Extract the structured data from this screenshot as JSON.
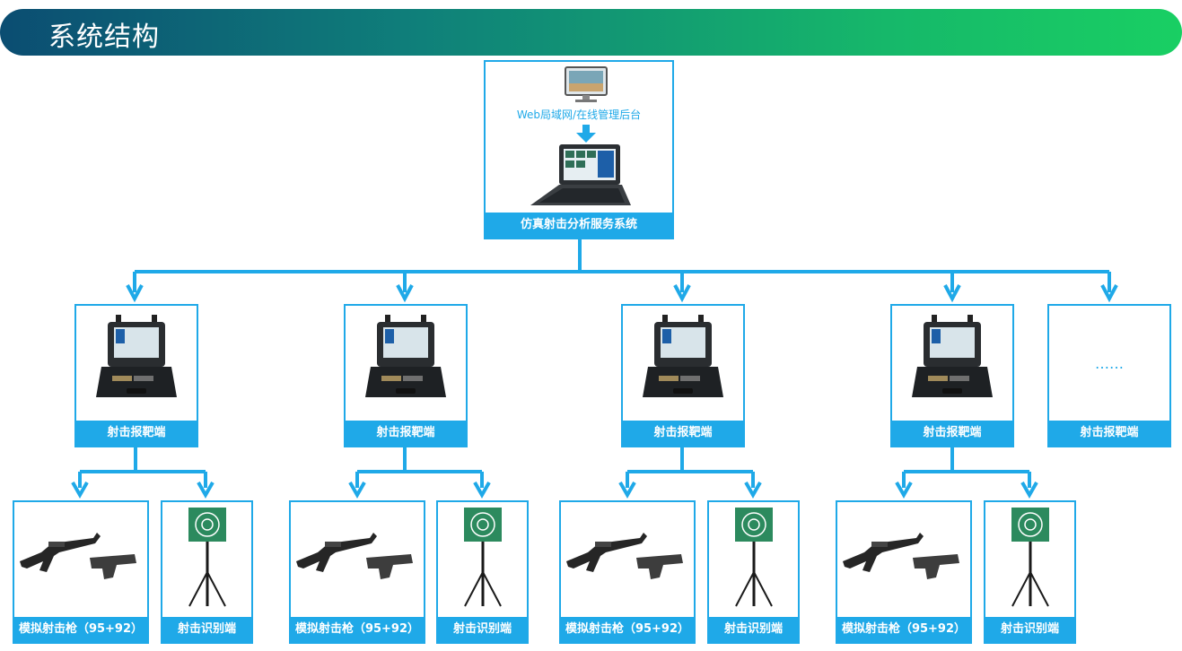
{
  "header": {
    "title": "系统结构"
  },
  "server": {
    "caption": "Web局域网/在线管理后台",
    "label": "仿真射击分析服务系统"
  },
  "terminal_label": "射击报靶端",
  "placeholder_text": "……",
  "weapon_label": "模拟射击枪（95+92）",
  "target_label": "射击识别端",
  "colors": {
    "accent": "#1fa9e8",
    "banner_start": "#0b4d72",
    "banner_end": "#19cf63"
  }
}
